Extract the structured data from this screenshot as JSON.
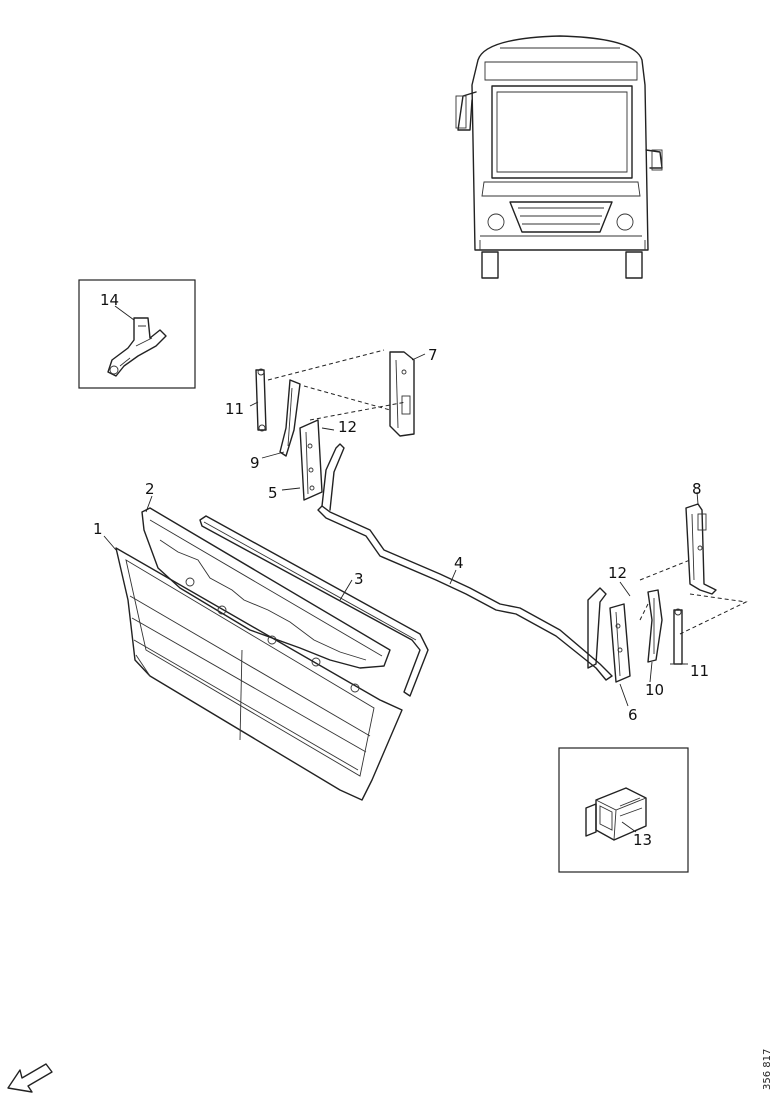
{
  "callouts": {
    "c1": "1",
    "c2": "2",
    "c3": "3",
    "c4": "4",
    "c5": "5",
    "c6": "6",
    "c7": "7",
    "c8": "8",
    "c9": "9",
    "c10": "10",
    "c11_left": "11",
    "c11_right": "11",
    "c12_left": "12",
    "c12_right": "12",
    "c13": "13",
    "c14": "14"
  },
  "drawing_ref": "356 817",
  "icons": {
    "direction_arrow": "front-direction-arrow-icon"
  }
}
